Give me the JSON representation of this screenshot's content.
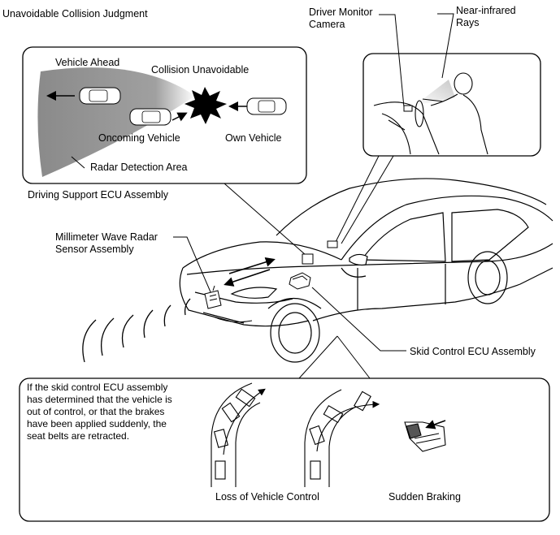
{
  "title": "Unavoidable Collision Judgment",
  "inset_collision": {
    "vehicle_ahead": "Vehicle Ahead",
    "collision_unavoidable": "Collision Unavoidable",
    "oncoming_vehicle": "Oncoming Vehicle",
    "own_vehicle": "Own Vehicle",
    "radar_detection_area": "Radar Detection Area"
  },
  "inset_driver": {
    "driver_monitor_camera_line1": "Driver Monitor",
    "driver_monitor_camera_line2": "Camera",
    "near_infrared_line1": "Near-infrared",
    "near_infrared_line2": "Rays"
  },
  "components": {
    "driving_support_ecu": "Driving Support ECU Assembly",
    "radar_sensor_line1": "Millimeter Wave Radar",
    "radar_sensor_line2": "Sensor Assembly",
    "skid_control_ecu": "Skid Control ECU Assembly"
  },
  "inset_seatbelt": {
    "description": "If the skid control ECU assembly\nhas determined that the vehicle is\nout of control, or that the brakes\nhave been applied suddenly, the\nseat belts are retracted.",
    "loss_of_control": "Loss of Vehicle Control",
    "sudden_braking": "Sudden Braking"
  },
  "colors": {
    "line": "#000000",
    "radar_area_gray": "#8f8f8f",
    "background": "#ffffff"
  }
}
